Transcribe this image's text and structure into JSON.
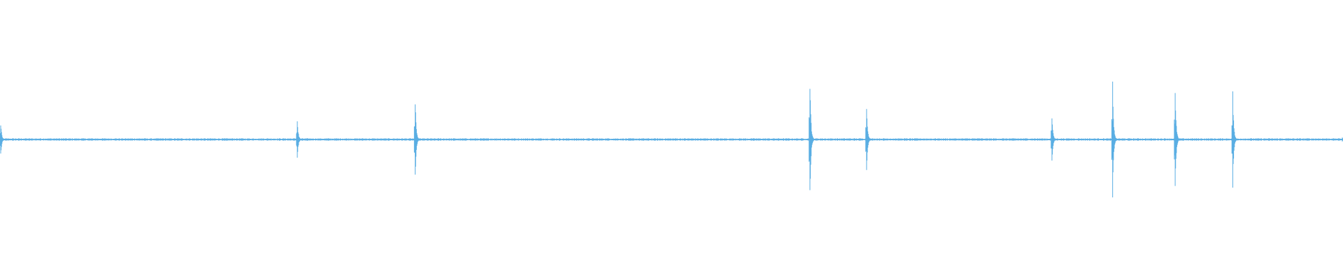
{
  "waveform": {
    "color": "#5aaee3",
    "background": "#ffffff",
    "baseline_amplitude": 0.012,
    "spikes": [
      {
        "time": 0.0,
        "amplitude": 0.28
      },
      {
        "time": 0.2215,
        "amplitude": 0.33
      },
      {
        "time": 0.3093,
        "amplitude": 0.7
      },
      {
        "time": 0.6034,
        "amplitude": 0.98
      },
      {
        "time": 0.6456,
        "amplitude": 0.54
      },
      {
        "time": 0.7837,
        "amplitude": 0.4
      },
      {
        "time": 0.8289,
        "amplitude": 0.93
      },
      {
        "time": 0.8755,
        "amplitude": 0.88
      },
      {
        "time": 0.9184,
        "amplitude": 0.75
      },
      {
        "time": 1.0,
        "amplitude": 0.03
      }
    ]
  }
}
